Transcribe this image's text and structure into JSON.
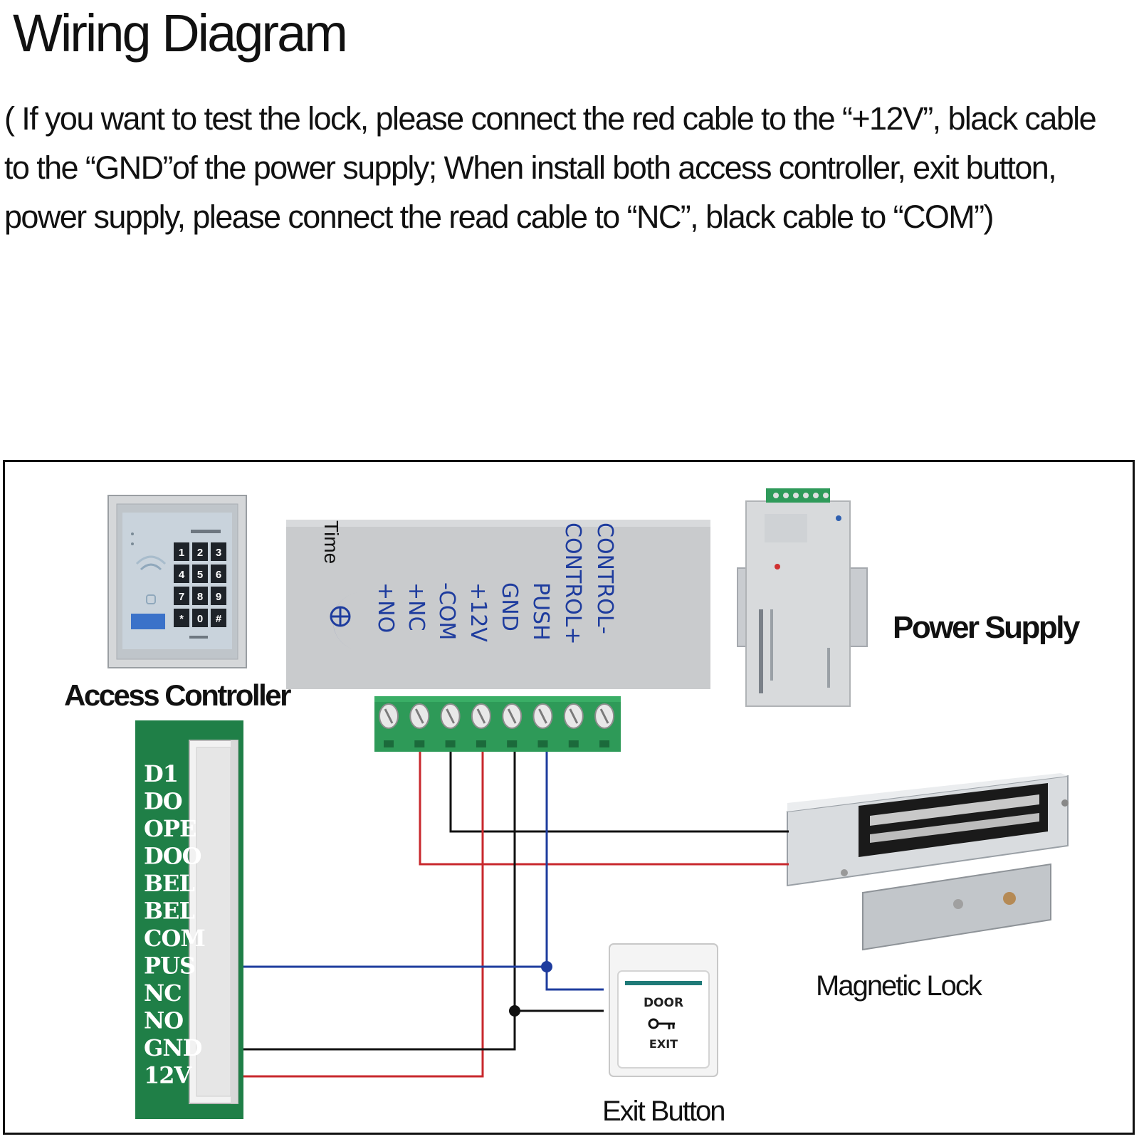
{
  "title": "Wiring Diagram",
  "description": [
    "( If you want to test the lock, please connect the red cable to the “+12V”, black cable",
    "to the “GND”of the power supply; When install both access controller, exit button,",
    "power supply, please connect the read cable to “NC”, black cable to “COM”)"
  ],
  "components": {
    "access_controller": "Access Controller",
    "power_supply": "Power Supply",
    "magnetic_lock": "Magnetic Lock",
    "exit_button": "Exit Button"
  },
  "power_terminals": [
    "CONTROL-",
    "CONTROL+",
    "PUSH",
    "GND",
    "+12V",
    "-COM",
    "+NC",
    "+NO"
  ],
  "time_label": "Time",
  "controller_pins": [
    "D1",
    "DO",
    "OPE",
    "DOO",
    "BEL",
    "BEL",
    "COM",
    "PUS",
    "NC",
    "NO",
    "GND",
    "12V"
  ],
  "keypad_keys": [
    "1",
    "2",
    "3",
    "4",
    "5",
    "6",
    "7",
    "8",
    "9",
    "*",
    "0",
    "#"
  ],
  "exit_button_text": {
    "top": "DOOR",
    "bottom": "EXIT"
  },
  "wire_colors": {
    "red": "#c8282d",
    "black": "#111111",
    "blue": "#1e3c9e"
  }
}
